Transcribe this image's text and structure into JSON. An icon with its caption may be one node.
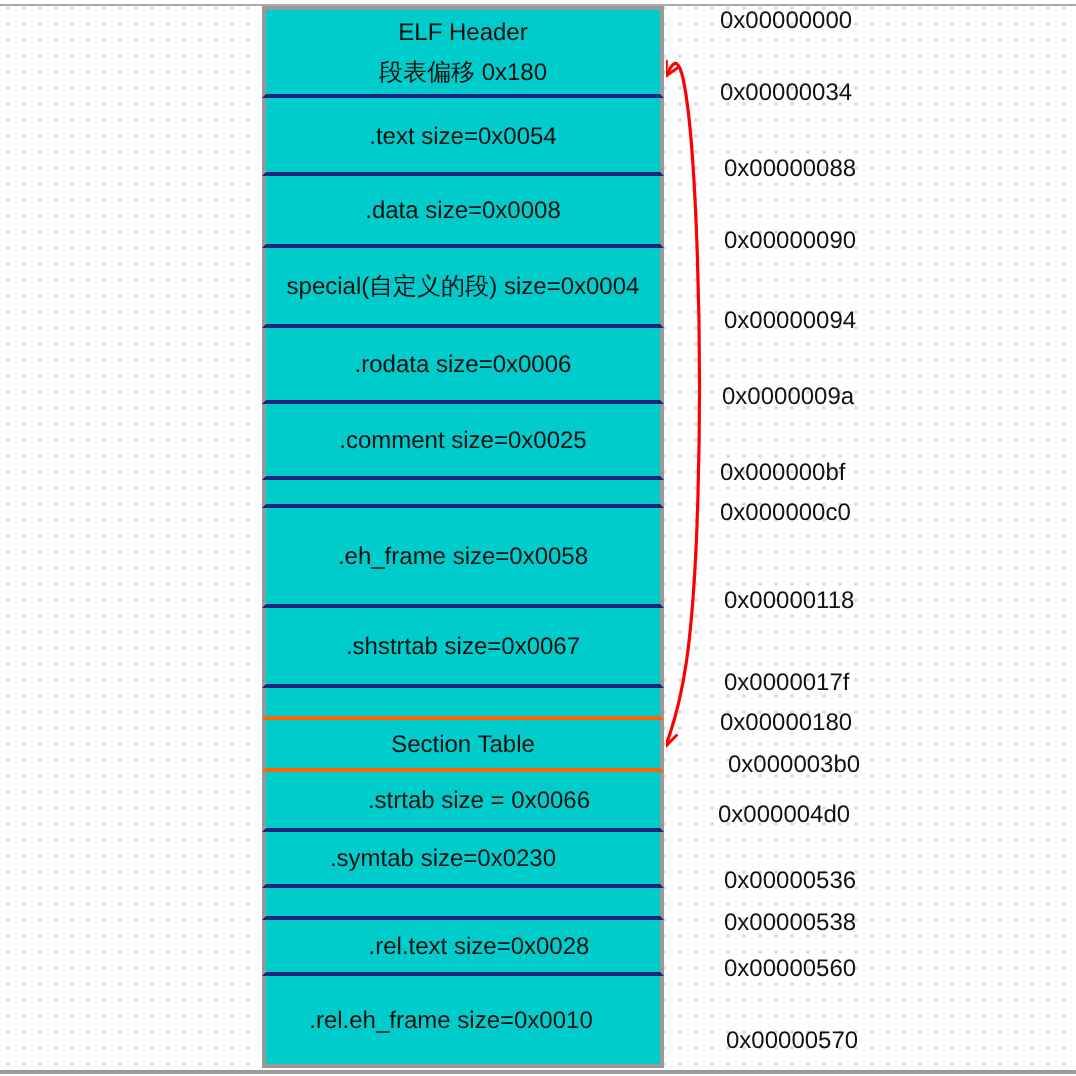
{
  "diagram": {
    "nodes": [
      {
        "text": [
          "ELF Header",
          "段表偏移 0x180"
        ]
      },
      {
        "text": [
          ".text size=0x0054"
        ]
      },
      {
        "text": [
          ".data size=0x0008"
        ]
      },
      {
        "text": [
          "special(自定义的段) size=0x0004"
        ]
      },
      {
        "text": [
          ".rodata size=0x0006"
        ]
      },
      {
        "text": [
          ".comment size=0x0025"
        ]
      },
      {
        "text": [],
        "shape": "box"
      },
      {
        "text": [
          ".eh_frame size=0x0058"
        ]
      },
      {
        "text": [
          ".shstrtab size=0x0067"
        ]
      },
      {
        "text": [],
        "shape": "box"
      },
      {
        "text": [
          "Section Table"
        ]
      },
      {
        "text": [
          ".strtab size = 0x0066"
        ]
      },
      {
        "text": [
          ".symtab size=0x0230"
        ]
      },
      {
        "text": [],
        "shape": "box"
      },
      {
        "text": [
          ".rel.text size=0x0028"
        ]
      },
      {
        "text": [
          ".rel.eh_frame size=0x0010"
        ]
      }
    ],
    "edges": [
      {
        "from": 10,
        "to": 0,
        "arrow": "both",
        "color": "#ff0000"
      }
    ],
    "labels": [
      "0x00000000",
      "0x00000034",
      "0x00000088",
      "0x00000090",
      "0x00000094",
      "0x0000009a",
      "0x000000bf",
      "0x000000c0",
      "0x00000118",
      "0x0000017f",
      "0x00000180",
      "0x000003b0",
      "0x000004d0",
      "0x00000536",
      "0x00000538",
      "0x00000560",
      "0x00000570"
    ]
  }
}
